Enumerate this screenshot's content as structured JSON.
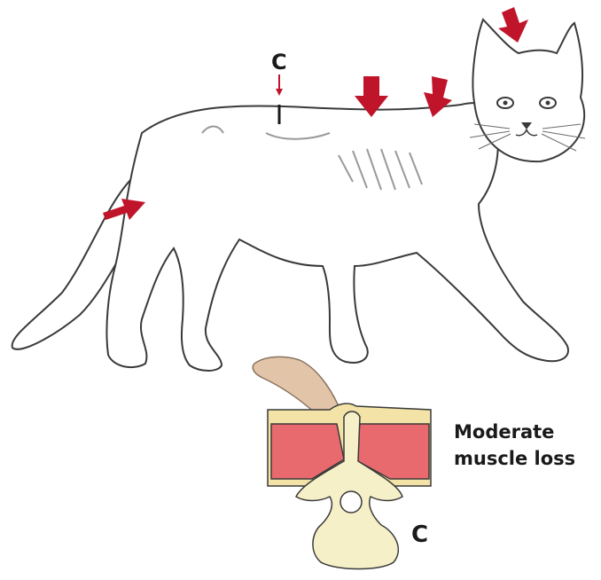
{
  "figure": {
    "marker_label_top": "C",
    "marker_label_section": "C",
    "caption_line1": "Moderate",
    "caption_line2": "muscle loss"
  },
  "colors": {
    "arrow": "#c0142a",
    "muscle": "#e86a6e",
    "fat_layer": "#f3e3a6",
    "bone": "#f6f0c8",
    "skin": "#e2c4a8",
    "outline": "#3a3a3a"
  },
  "icons": [
    "cat-illustration",
    "arrow-down-icon",
    "arrow-right-icon",
    "finger-icon",
    "spine-cross-section"
  ]
}
